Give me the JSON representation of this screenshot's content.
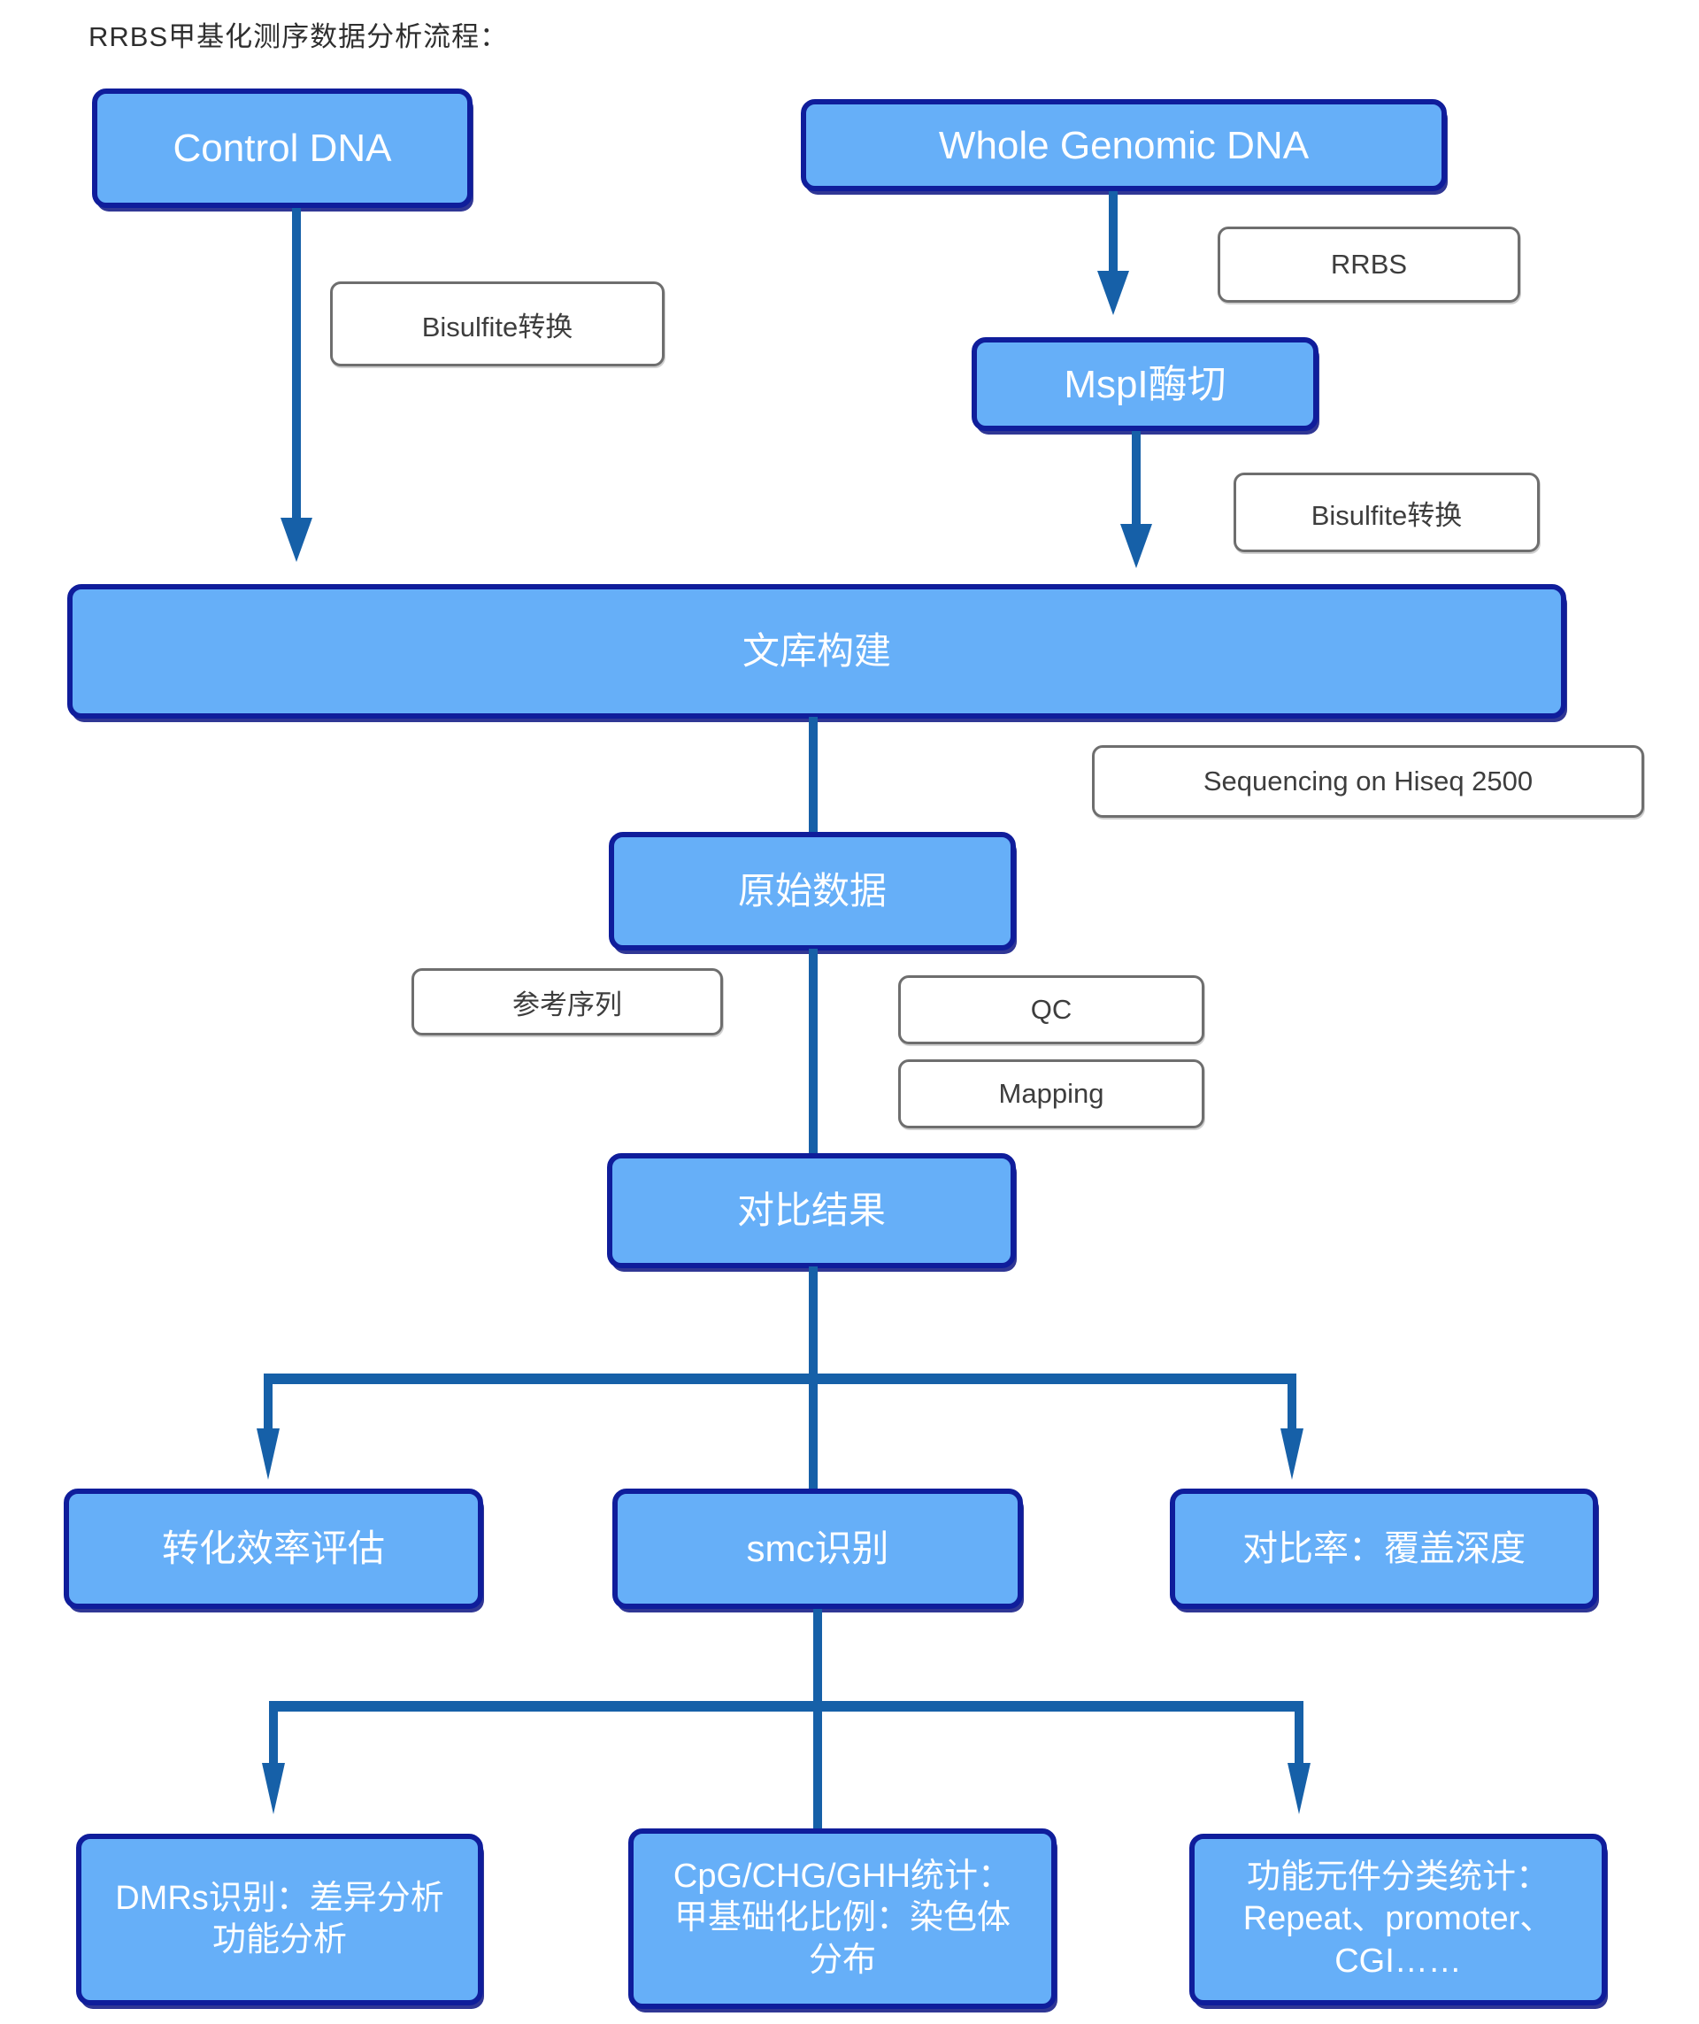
{
  "title": "RRBS甲基化测序数据分析流程：",
  "colors": {
    "node_fill": "#66aff8",
    "node_border": "#0f1d9b",
    "connector": "#1660a8",
    "label_border": "#6e6e6e",
    "label_text": "#3d3d3d"
  },
  "nodes": {
    "control_dna": {
      "label": "Control DNA"
    },
    "whole_genomic_dna": {
      "label": "Whole Genomic DNA"
    },
    "mspi_digest": {
      "label": "MspI酶切"
    },
    "library_construction": {
      "label": "文库构建"
    },
    "raw_data": {
      "label": "原始数据"
    },
    "alignment_result": {
      "label": "对比结果"
    },
    "conversion_efficiency": {
      "label": "转化效率评估"
    },
    "smc_identification": {
      "label": "smc识别"
    },
    "coverage_depth": {
      "label": "对比率：覆盖深度"
    },
    "dmrs": {
      "line1": "DMRs识别：差异分析",
      "line2": "功能分析"
    },
    "cpg_stats": {
      "line1": "CpG/CHG/GHH统计：",
      "line2": "甲基础化比例：染色体",
      "line3": "分布"
    },
    "functional_elements": {
      "line1": "功能元件分类统计：",
      "line2": "Repeat、promoter、",
      "line3": "CGI……"
    }
  },
  "labels": {
    "rrbs": "RRBS",
    "bisulfite_left": "Bisulfite转换",
    "bisulfite_right": "Bisulfite转换",
    "sequencing": "Sequencing on Hiseq 2500",
    "reference": "参考序列",
    "qc": "QC",
    "mapping": "Mapping"
  }
}
